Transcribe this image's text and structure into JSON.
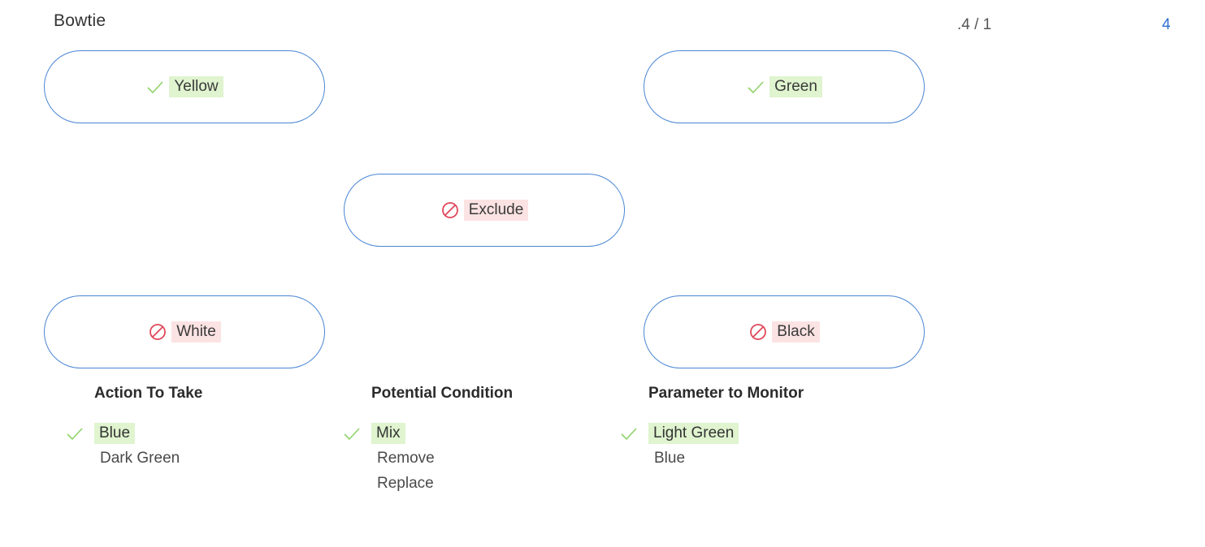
{
  "header": {
    "title": "Bowtie",
    "score": ".4 / 1",
    "points": "4"
  },
  "nodes": {
    "top_left": {
      "label": "Yellow",
      "status": "correct",
      "icon": "check-icon"
    },
    "top_right": {
      "label": "Green",
      "status": "correct",
      "icon": "check-icon"
    },
    "center": {
      "label": "Exclude",
      "status": "incorrect",
      "icon": "prohibited-icon"
    },
    "bottom_left": {
      "label": "White",
      "status": "incorrect",
      "icon": "prohibited-icon"
    },
    "bottom_right": {
      "label": "Black",
      "status": "incorrect",
      "icon": "prohibited-icon"
    }
  },
  "columns": [
    {
      "heading": "Action To Take",
      "options": [
        {
          "label": "Blue",
          "selected": true
        },
        {
          "label": "Dark Green",
          "selected": false
        }
      ]
    },
    {
      "heading": "Potential Condition",
      "options": [
        {
          "label": "Mix",
          "selected": true
        },
        {
          "label": "Remove",
          "selected": false
        },
        {
          "label": "Replace",
          "selected": false
        }
      ]
    },
    {
      "heading": "Parameter to Monitor",
      "options": [
        {
          "label": "Light Green",
          "selected": true
        },
        {
          "label": "Blue",
          "selected": false
        }
      ]
    }
  ],
  "colors": {
    "pill_border": "#4a86d4",
    "correct_bg": "#dff4cf",
    "incorrect_bg": "#fce3e3",
    "check": "#8fd36a",
    "prohibited": "#e0485a",
    "points_text": "#2e6fcf"
  }
}
